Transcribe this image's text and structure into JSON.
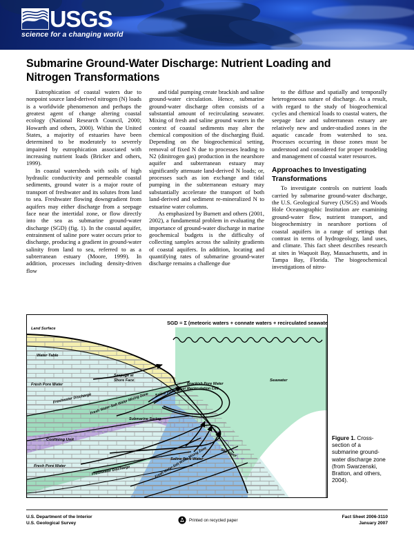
{
  "header": {
    "agency_acronym": "USGS",
    "tagline": "science for a changing world",
    "banner_alt": "coastal-aerial-photograph",
    "banner_color": "#15317f"
  },
  "title": "Submarine Ground-Water Discharge:  Nutrient Loading and Nitrogen Transformations",
  "body": {
    "col1": [
      "Eutrophication of coastal waters due to nonpoint source land-derived nitrogen (N) loads is a worldwide phenomenon and perhaps the greatest agent of change altering coastal ecology (National Research Council, 2000; Howarth and others, 2000). Within the United States, a majority of estuaries have been determined to be moderately to severely impaired by eutrophication associated with increasing nutrient loads (Bricker and others, 1999).",
      "In coastal watersheds with soils of high hydraulic conductivity and permeable coastal sediments, ground water is a major route of transport of freshwater and its solutes from land to sea. Freshwater flowing downgradient from aquifers may either discharge from a seepage face near the intertidal zone, or flow directly into the sea as submarine ground-water discharge (SGD) (fig. 1). In the coastal aquifer, entrainment of saline pore water occurs prior to discharge, producing a gradient in ground-water salinity from land to sea, referred to as a subterranean estuary (Moore, 1999). In addition, processes including density-driven flow"
    ],
    "col2": [
      "and tidal pumping create brackish and saline ground-water circulation. Hence, submarine ground-water discharge often consists of a substantial amount of recirculating seawater. Mixing of fresh and saline ground waters in the context of coastal sediments may alter the chemical composition of the discharging fluid. Depending on the biogeochemical setting, removal of fixed N due to processes leading to N2 (dinitrogen gas) production in the nearshore aquifer and subterranean estuary may significantly attenuate land-derived N loads; or, processes such as ion exchange and tidal pumping in the subterranean estuary may substantially accelerate the transport of both land-derived and sediment re-mineralized N to estuarine water columns.",
      "As emphasized by Burnett and others (2001, 2002), a fundamental problem in evaluating the importance of ground-water discharge in marine geochemical budgets is the difficulty of collecting samples across the salinity gradients of coastal aquifers. In addition, locating and quantifying rates of submarine ground-water discharge remains a challenge due"
    ],
    "col3_intro": "to the diffuse and spatially and temporally heterogeneous nature of discharge. As a result, with regard to the study of biogeochemical cycles and chemical loads to coastal waters, the seepage face and subterranean estuary are relatively new and under-studied zones in the aquatic cascade from watershed to sea. Processes occurring in those zones must be understood and considered for proper modeling and management of coastal water resources.",
    "col3_heading": "Approaches to Investigating Transformations",
    "col3_body": "To investigate controls on nutrient loads carried by submarine ground-water discharge, the U.S. Geological Survey (USGS) and Woods Hole Oceanographic Institution are examining ground-water flow, nutrient transport, and biogeochemistry in nearshore portions of coastal aquifers in a range of settings that contrast in terms of hydrogeology, land uses, and climate. This fact sheet describes research at sites in Waquoit Bay, Massachusetts, and in Tampa Bay, Florida. The biogeochemical investigations of nitro-"
  },
  "figure": {
    "equation": "SGD = Σ (meteoric waters + connate waters + recirculated seawater)",
    "labels": {
      "land_surface": "Land Surface",
      "water_table": "Water Table",
      "fresh_pore_water": "Fresh Pore Water",
      "fresh_pore_water_2": "Fresh Pore Water",
      "seepage_at_shore_face": "Seepage at\nShore Face",
      "brackish_pore_water": "Brackish Pore Water\nRecirculation Cell",
      "seawater": "Seawater",
      "freshwater_discharge": "Freshwater Discharge",
      "freshwater_discharge_2": "Freshwater Discharge",
      "mixing_zone": "Fresh Water-Salt Water Mixing Zone",
      "mixing_zone_2": "Fresh Water-Salt Water Mixing Zone",
      "saline_pore_water": "Saline Pore Water",
      "saline_pore_water_2": "Saline Pore Water",
      "submarine_spring": "Submarine Spring",
      "confining_unit": "Confining Unit",
      "sea_floor": "Sea Floor"
    },
    "colors": {
      "unsaturated": "#f5f0b0",
      "fresh": "#d9f0ee",
      "seawater": "#b6e8cd",
      "mixing": "#9fdcbe",
      "saline": "#8fbde6",
      "confining": "#bfaade",
      "outline": "#000000"
    },
    "caption_label": "Figure 1.",
    "caption_text": "Cross-section of a submarine ground-water discharge zone (from Swarzenski, Bratton, and others, 2004)."
  },
  "footer": {
    "dept_line1": "U.S. Department of the Interior",
    "dept_line2": "U.S. Geological Survey",
    "recycled_text": "Printed on recycled paper",
    "series_line1": "Fact Sheet 2006-3110",
    "series_line2": "January 2007"
  }
}
